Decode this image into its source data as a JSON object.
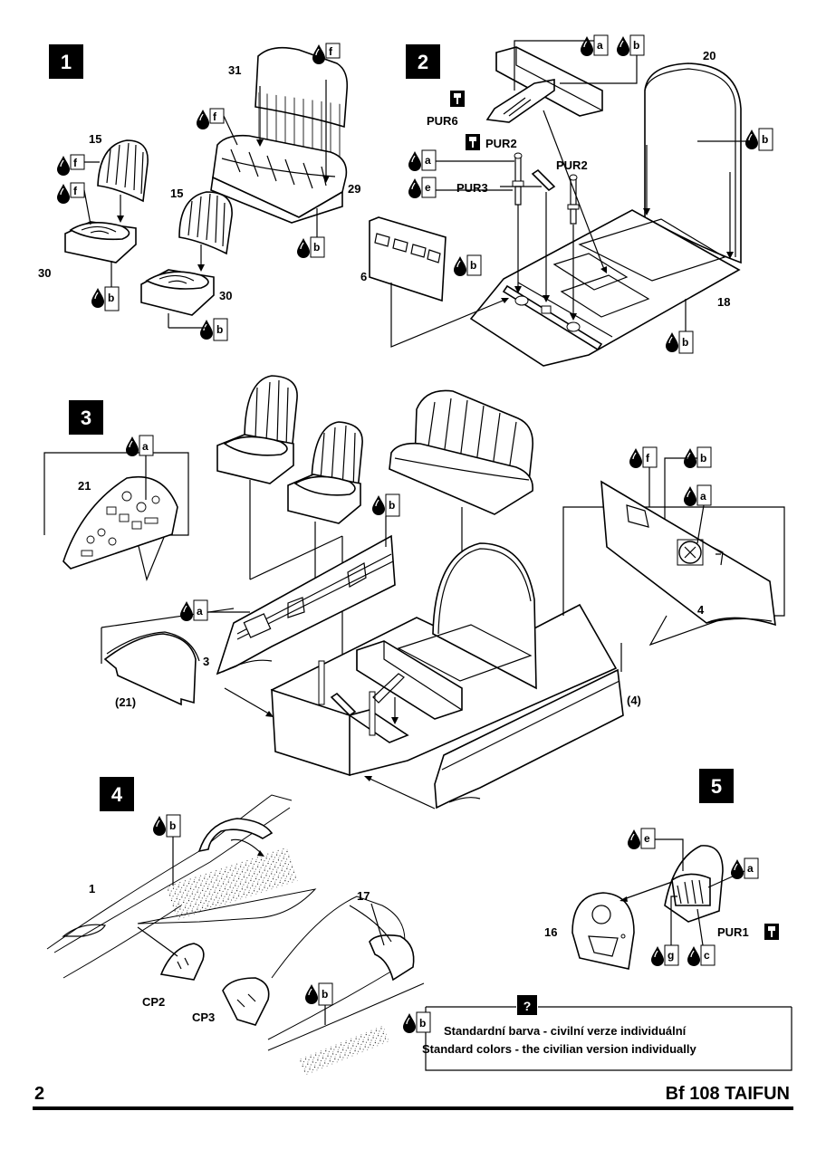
{
  "page_number": "2",
  "model_title": "Bf 108 TAIFUN",
  "steps": {
    "s1": "1",
    "s2": "2",
    "s3": "3",
    "s4": "4",
    "s5": "5"
  },
  "paint_codes": {
    "a": "a",
    "b": "b",
    "c": "c",
    "e": "e",
    "f": "f",
    "g": "g"
  },
  "part_labels": {
    "p31": "31",
    "p29": "29",
    "p15a": "15",
    "p15b": "15",
    "p30a": "30",
    "p30b": "30",
    "p20": "20",
    "p18": "18",
    "p6": "6",
    "pur6": "PUR6",
    "pur2a": "PUR2",
    "pur2b": "PUR2",
    "pur3": "PUR3",
    "pur1": "PUR1",
    "p21": "21",
    "p21ref": "(21)",
    "p3": "3",
    "p4": "4",
    "p4ref": "(4)",
    "p1": "1",
    "p17": "17",
    "cp2": "CP2",
    "cp3": "CP3",
    "p16": "16"
  },
  "legend": {
    "question_mark": "?",
    "line_cz": "Standardní barva - civilní verze individuální",
    "line_en": "Standard colors - the civilian version individually"
  }
}
